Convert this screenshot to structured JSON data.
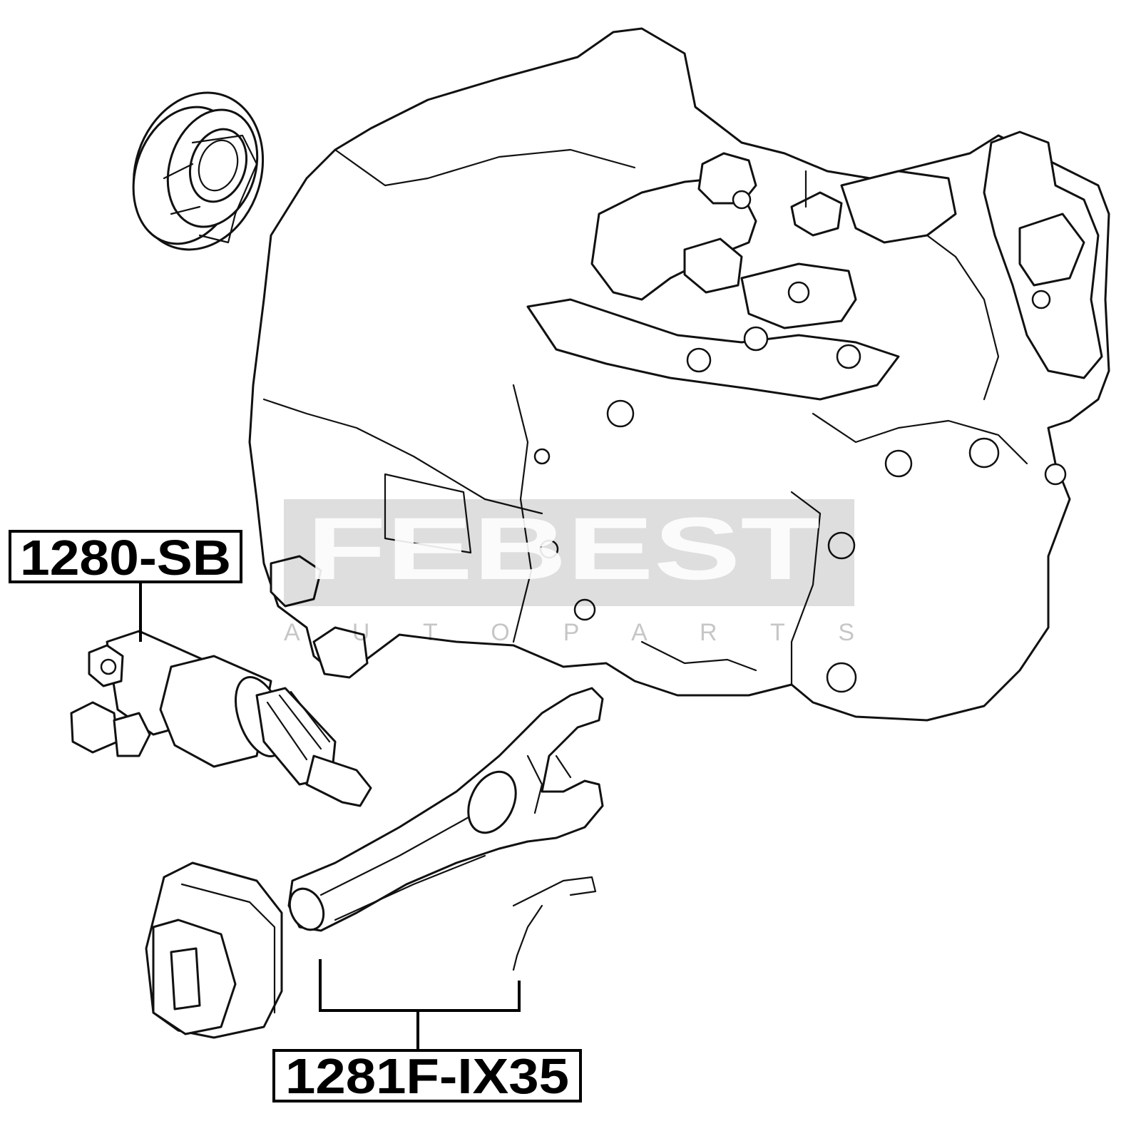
{
  "watermark": {
    "brand": "FEBEST",
    "tagline": "A U T O   P A R T S"
  },
  "callouts": [
    {
      "id": "slave-cylinder",
      "label": "1280-SB"
    },
    {
      "id": "release-fork",
      "label": "1281F-IX35"
    }
  ],
  "colors": {
    "line": "#111111",
    "background": "#ffffff",
    "watermark": "#c8c8c8"
  }
}
